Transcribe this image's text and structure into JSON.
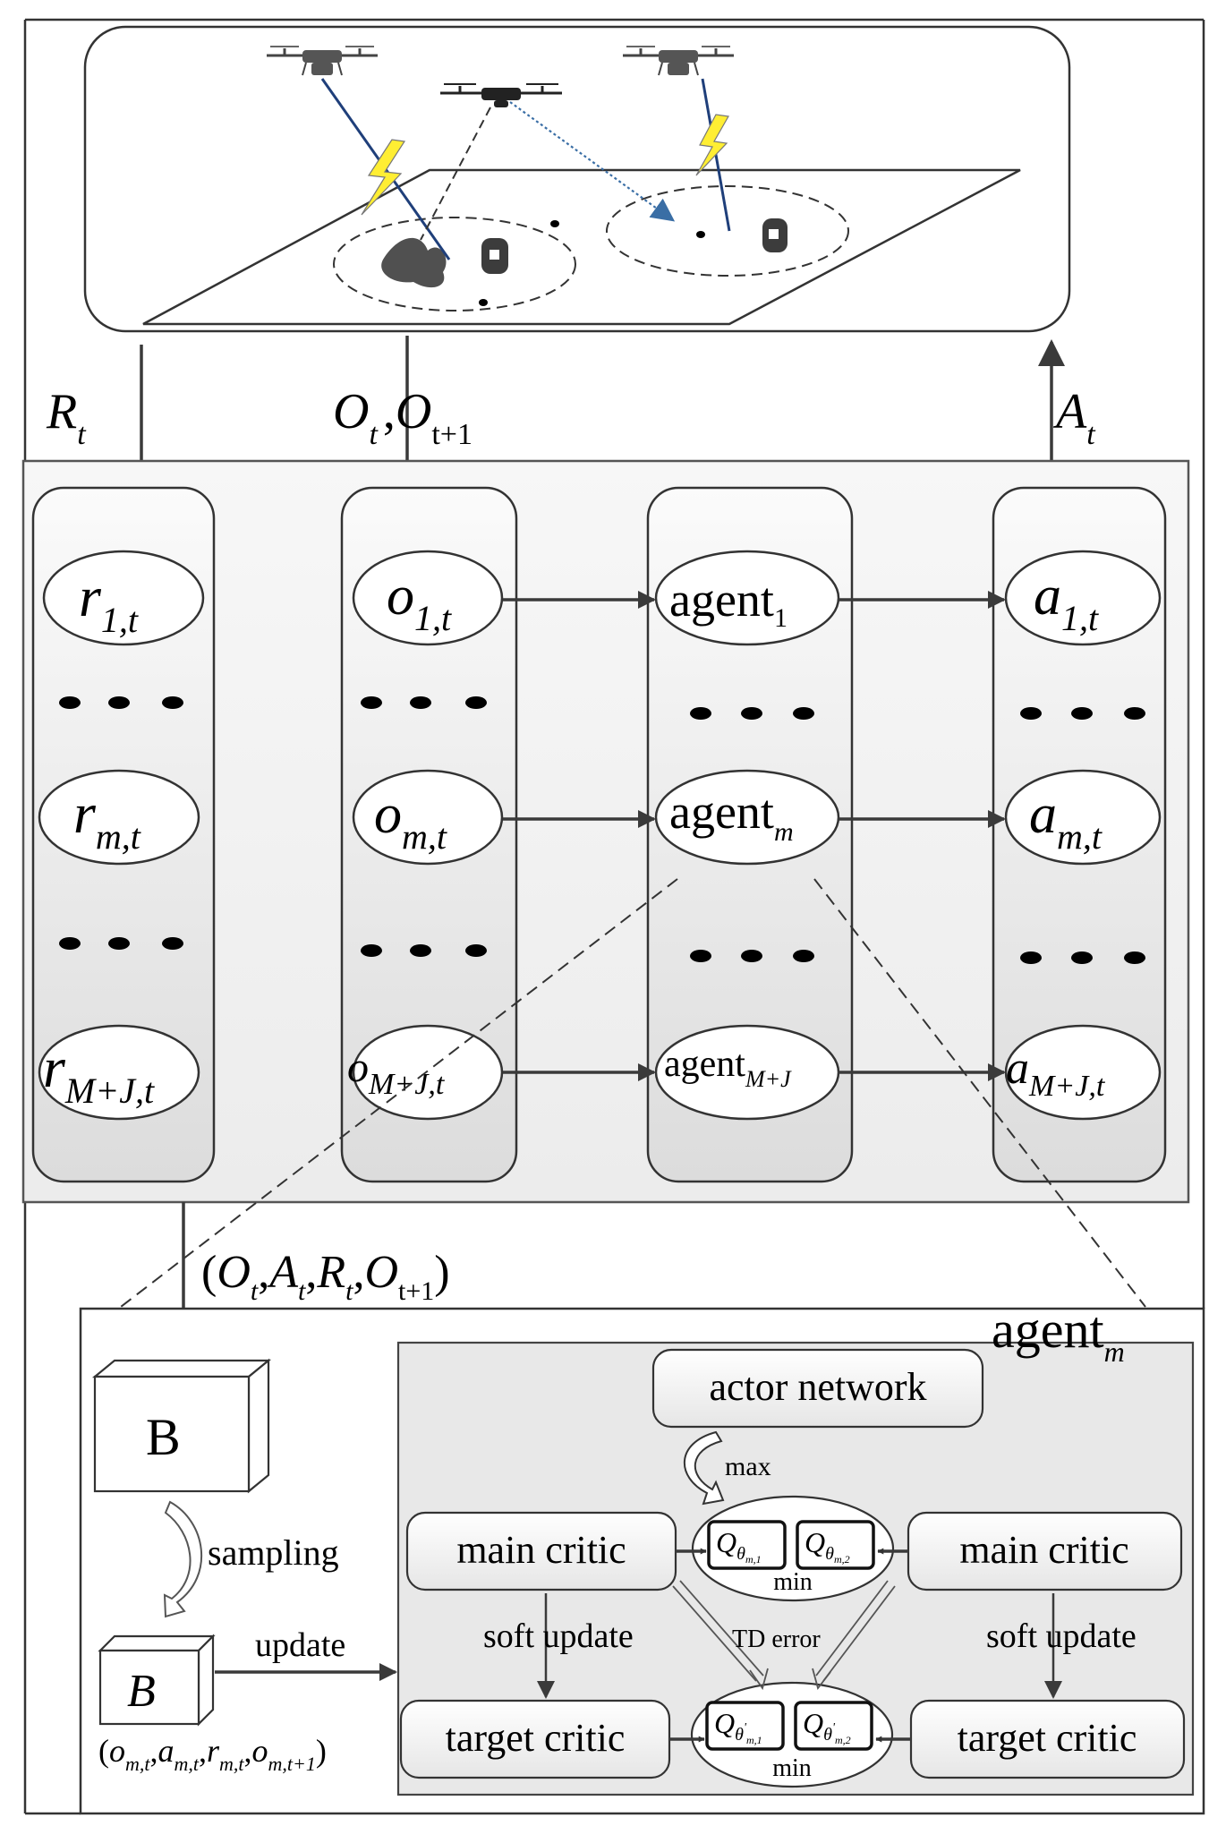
{
  "signals": {
    "reward": {
      "main": "R",
      "sub": "t"
    },
    "obs": {
      "main1": "O",
      "sub1": "t",
      "sep": ",",
      "main2": "O",
      "sub2": "t+1"
    },
    "action": {
      "main": "A",
      "sub": "t"
    }
  },
  "columns": {
    "rewards": [
      {
        "main": "r",
        "sub": "1,t"
      },
      {
        "main": "r",
        "sub": "m,t"
      },
      {
        "main": "r",
        "sub": "M+J,t"
      }
    ],
    "observations": [
      {
        "main": "o",
        "sub": "1,t"
      },
      {
        "main": "o",
        "sub": "m,t"
      },
      {
        "main": "o",
        "sub": "M+J,t"
      }
    ],
    "agents": [
      {
        "main": "agent",
        "sub": "1"
      },
      {
        "main": "agent",
        "sub": "m"
      },
      {
        "main": "agent",
        "sub": "M+J"
      }
    ],
    "actions": [
      {
        "main": "a",
        "sub": "1,t"
      },
      {
        "main": "a",
        "sub": "m,t"
      },
      {
        "main": "a",
        "sub": "M+J,t"
      }
    ]
  },
  "tuple": {
    "open": "(",
    "o": "O",
    "o_sub": "t",
    "c1": ",",
    "a": "A",
    "a_sub": "t",
    "c2": ",",
    "r": "R",
    "r_sub": "t",
    "c3": ",",
    "o2": "O",
    "o2_sub": "t+1",
    "close": ")"
  },
  "buffer": {
    "big": "B",
    "small": "B",
    "sampling": "sampling",
    "update": "update"
  },
  "mini_tuple": {
    "open": "(",
    "o": "o",
    "o_sub": "m,t",
    "c1": ",",
    "a": "a",
    "a_sub": "m,t",
    "c2": ",",
    "r": "r",
    "r_sub": "m,t",
    "c3": ",",
    "o2": "o",
    "o2_sub": "m,t+1",
    "close": ")"
  },
  "detail": {
    "title": {
      "main": "agent",
      "sub": "m"
    },
    "actor": "actor network",
    "max": "max",
    "main_critic_left": "main critic",
    "main_critic_right": "main critic",
    "target_critic_left": "target critic",
    "target_critic_right": "target critic",
    "soft_update_left": "soft update",
    "soft_update_right": "soft update",
    "td_error": "TD error",
    "min_top": "min",
    "min_bottom": "min",
    "q_main": [
      {
        "q": "Q",
        "theta": "θ",
        "sub": "m,1"
      },
      {
        "q": "Q",
        "theta": "θ",
        "sub": "m,2"
      }
    ],
    "q_target": [
      {
        "q": "Q",
        "theta": "θ",
        "prime": "'",
        "sub": "m,1"
      },
      {
        "q": "Q",
        "theta": "θ",
        "prime": "'",
        "sub": "m,2"
      }
    ]
  }
}
